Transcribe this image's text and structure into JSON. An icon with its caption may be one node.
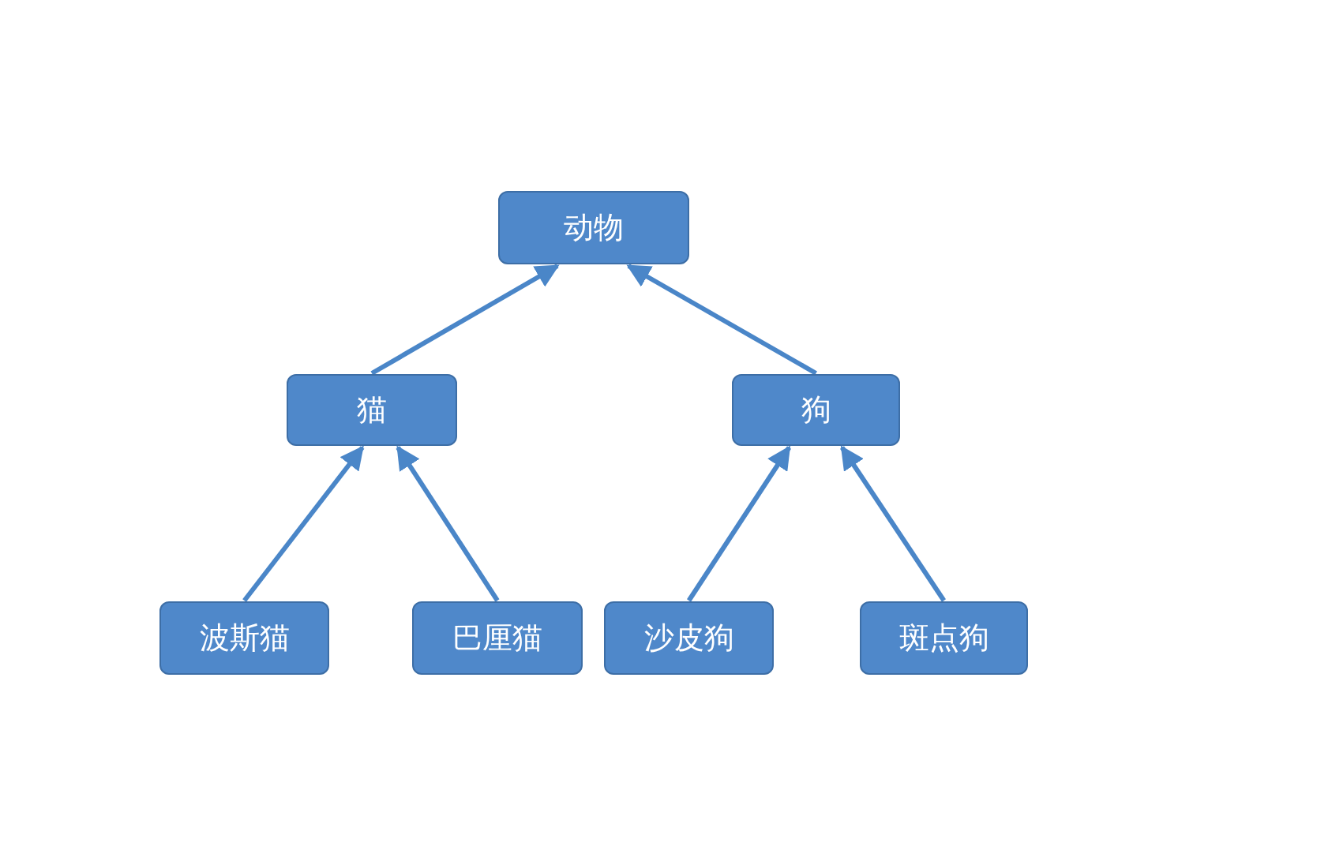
{
  "diagram": {
    "nodes": [
      {
        "text": [
          "动物"
        ]
      },
      {
        "text": [
          "猫"
        ]
      },
      {
        "text": [
          "狗"
        ]
      },
      {
        "text": [
          "波斯猫"
        ]
      },
      {
        "text": [
          "巴厘猫"
        ]
      },
      {
        "text": [
          "沙皮狗"
        ]
      },
      {
        "text": [
          "斑点狗"
        ]
      }
    ],
    "edges": [
      {
        "from": 1,
        "to": 0,
        "arrow": "to"
      },
      {
        "from": 2,
        "to": 0,
        "arrow": "to"
      },
      {
        "from": 3,
        "to": 1,
        "arrow": "to"
      },
      {
        "from": 4,
        "to": 1,
        "arrow": "to"
      },
      {
        "from": 5,
        "to": 2,
        "arrow": "to"
      },
      {
        "from": 6,
        "to": 2,
        "arrow": "to"
      }
    ]
  }
}
